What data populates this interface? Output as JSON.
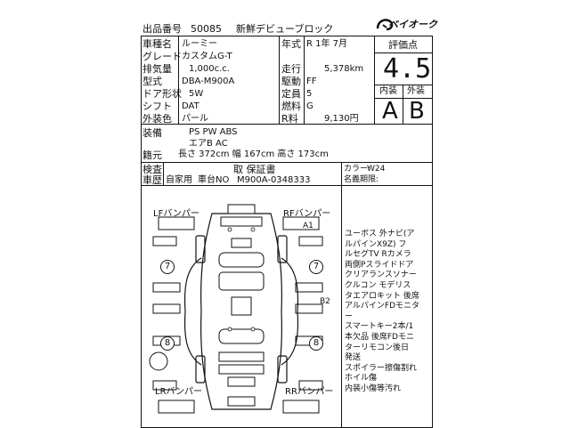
{
  "header": {
    "lot_label": "出品番号",
    "lot_number": "50085",
    "tagline": "新鮮デビューブロック",
    "brand_name": "ベイオーク"
  },
  "vehicle": {
    "rows": [
      {
        "label": "車種名",
        "value": "ルーミー"
      },
      {
        "label": "グレード",
        "value": "カスタムG-T"
      },
      {
        "label": "排気量",
        "value": "1,000c.c."
      },
      {
        "label": "型式",
        "value": "DBA-M900A"
      },
      {
        "label": "ドア形状",
        "value": "5W"
      },
      {
        "label": "シフト",
        "value": "DAT"
      },
      {
        "label": "外装色",
        "value": "パール"
      }
    ],
    "right_rows": [
      {
        "label": "年式",
        "value": "R  1年  7月"
      },
      {
        "label": "走行",
        "value": "5,378km"
      },
      {
        "label": "駆動",
        "value": "FF"
      },
      {
        "label": "定員",
        "value": "5"
      },
      {
        "label": "燃料",
        "value": "G"
      },
      {
        "label": "R料",
        "value": "9,130円"
      }
    ]
  },
  "grade": {
    "title": "評価点",
    "overall": "4.5",
    "interior_label": "内装",
    "exterior_label": "外装",
    "interior": "A",
    "exterior": "B"
  },
  "equipment": {
    "label": "装備",
    "line1": "PS    PW    ABS",
    "line2": "エアB    AC"
  },
  "dimensions": {
    "label": "籍元",
    "text": "長さ  372cm  幅  167cm  高さ  173cm"
  },
  "inspection": {
    "check_label": "検査",
    "certificate": "取  保証書",
    "color_code_label": "カラー:",
    "color_code": "W24",
    "owner_label": "車歴",
    "owner_value": "自家用",
    "frame_label": "車台NO",
    "frame_number": "M900A-0348333",
    "history_label": "名義期限:"
  },
  "diagram": {
    "lf_label": "LFバンパー",
    "rf_label": "RFバンパー",
    "lr_label": "LRバンパー",
    "rr_label": "RRバンパー",
    "mark_a1": "A1",
    "mark_b2": "B2",
    "tire_lf": "7",
    "tire_rf": "7",
    "tire_lr": "8",
    "tire_rr": "8"
  },
  "notes": {
    "lines": [
      "ユーボス 外ナビ(ア",
      "ルパインX9Z) フ",
      "ルセグTV  Rカメラ",
      "両側Pスライドドア",
      "クリアランスソナー",
      "クルコン モデリス",
      "タエアロキット 後席",
      "アルパインFDモニタ",
      "ー",
      "スマートキー2本/1",
      "本欠品 後席FDモニ",
      "ターリモコン後日",
      "発送",
      "スポイラー擦傷割れ",
      "ホイル傷",
      "内装小傷等汚れ"
    ]
  }
}
